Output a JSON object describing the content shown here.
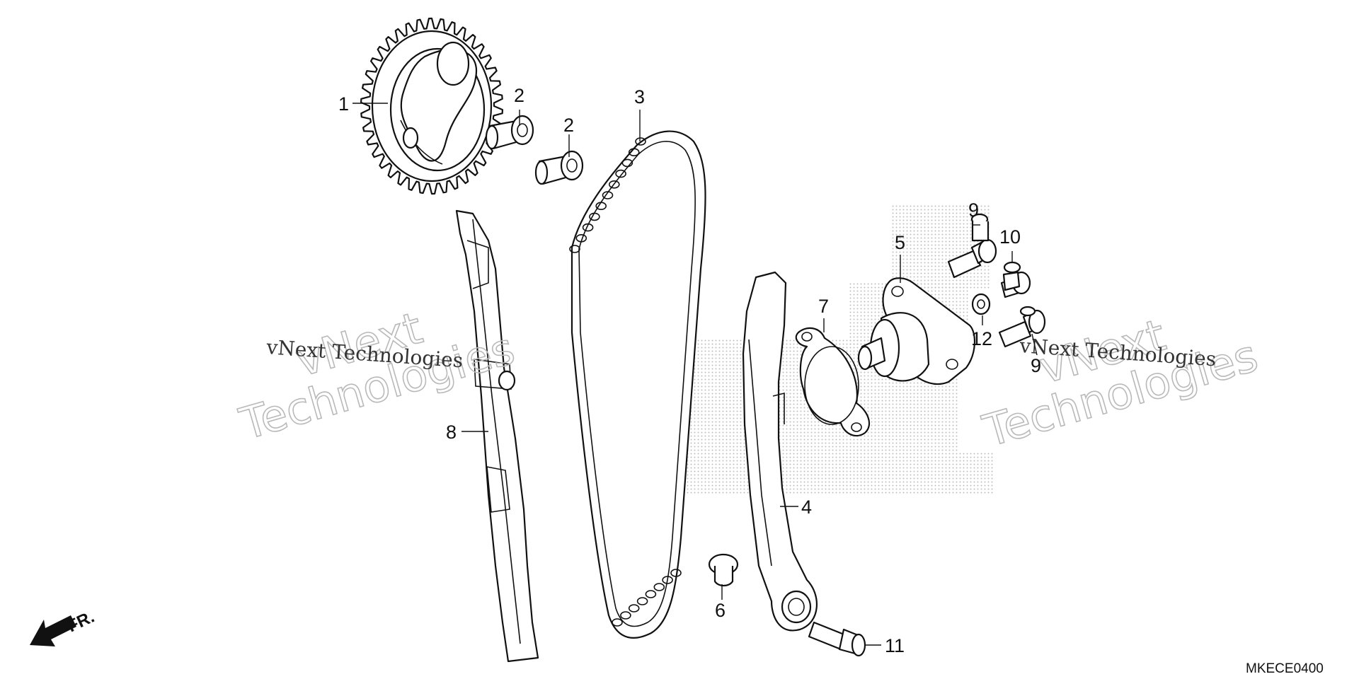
{
  "diagram": {
    "code": "MKECE0400",
    "direction_label": "FR.",
    "watermarks": {
      "big": "vNext\nTechnologies",
      "small": "vNext Technologies"
    },
    "callouts": [
      {
        "id": "c1",
        "label": "1"
      },
      {
        "id": "c2a",
        "label": "2"
      },
      {
        "id": "c2b",
        "label": "2"
      },
      {
        "id": "c3",
        "label": "3"
      },
      {
        "id": "c4",
        "label": "4"
      },
      {
        "id": "c5",
        "label": "5"
      },
      {
        "id": "c6",
        "label": "6"
      },
      {
        "id": "c7",
        "label": "7"
      },
      {
        "id": "c8",
        "label": "8"
      },
      {
        "id": "c9a",
        "label": "9"
      },
      {
        "id": "c9b",
        "label": "9"
      },
      {
        "id": "c10",
        "label": "10"
      },
      {
        "id": "c11",
        "label": "11"
      },
      {
        "id": "c12",
        "label": "12"
      }
    ],
    "colors": {
      "line": "#111111",
      "watermark": "#b9b9b9",
      "dots": "#a8a8a8"
    }
  }
}
